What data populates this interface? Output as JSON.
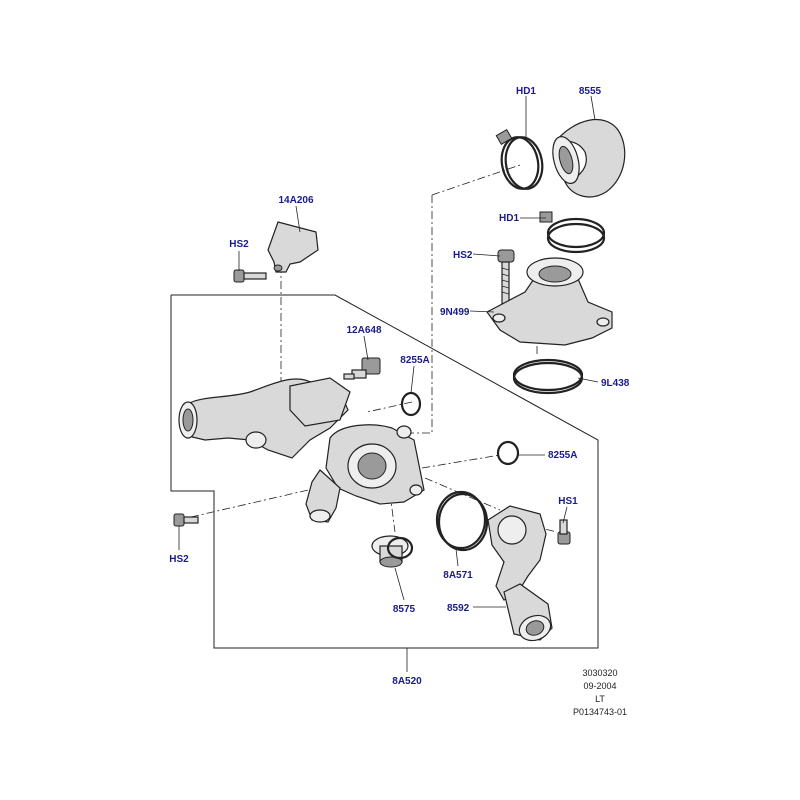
{
  "labels": {
    "hd1_top": "HD1",
    "p8555": "8555",
    "hd1_mid": "HD1",
    "hs2_right": "HS2",
    "p9n499": "9N499",
    "p9l438": "9L438",
    "p14a206": "14A206",
    "hs2_left_top": "HS2",
    "p12a648": "12A648",
    "p8255a_upper": "8255A",
    "p8255a_lower": "8255A",
    "hs1": "HS1",
    "hs2_left_bottom": "HS2",
    "p8a571": "8A571",
    "p8575": "8575",
    "p8592": "8592",
    "p8a520": "8A520"
  },
  "meta": {
    "code": "3030320",
    "date": "09-2004",
    "lang": "LT",
    "ref": "P0134743-01"
  }
}
